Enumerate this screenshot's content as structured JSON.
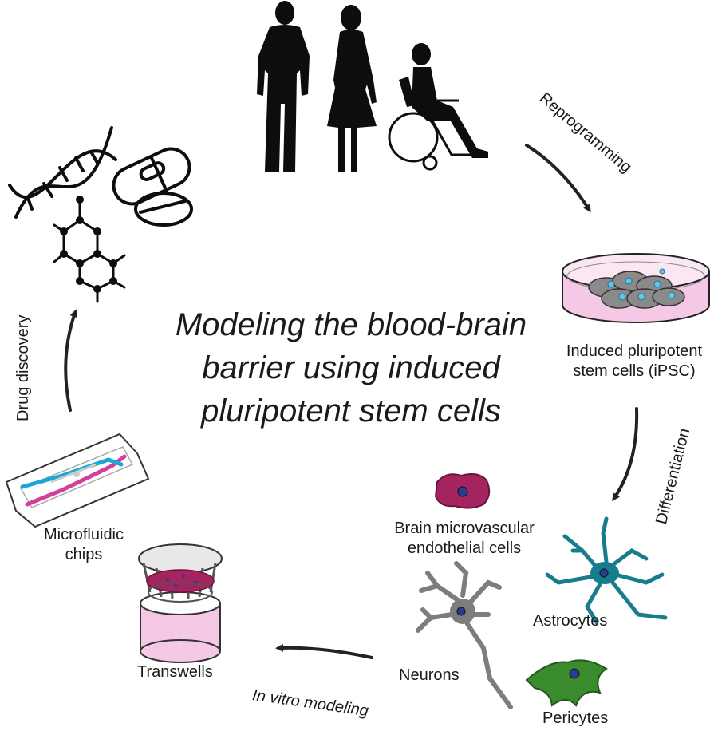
{
  "title": {
    "line1": "Modeling the blood-brain",
    "line2": "barrier using induced",
    "line3": "pluripotent stem cells"
  },
  "steps": {
    "reprogramming": "Reprogramming",
    "differentiation": "Differentiation",
    "in_vitro_modeling": "In vitro modeling",
    "drug_discovery": "Drug discovery"
  },
  "labels": {
    "ipsc_line1": "Induced pluripotent",
    "ipsc_line2": "stem cells (iPSC)",
    "bmec_line1": "Brain microvascular",
    "bmec_line2": "endothelial cells",
    "astrocytes": "Astrocytes",
    "neurons": "Neurons",
    "pericytes": "Pericytes",
    "transwells": "Transwells",
    "microfluidic_line1": "Microfluidic",
    "microfluidic_line2": "chips"
  },
  "colors": {
    "bmec": "#a3245f",
    "astrocyte": "#177d8e",
    "neuron": "#7d7d7d",
    "pericyte": "#3a8a2e",
    "nucleus": "#2b3a8f",
    "dish_media": "#f5c9e6",
    "ipsc_cell": "#8a8a8a",
    "ipsc_nucleus": "#5ec7ee",
    "chip_blue": "#1aa6d8",
    "chip_pink": "#d63e9a",
    "silhouette": "#0d0d0d"
  }
}
